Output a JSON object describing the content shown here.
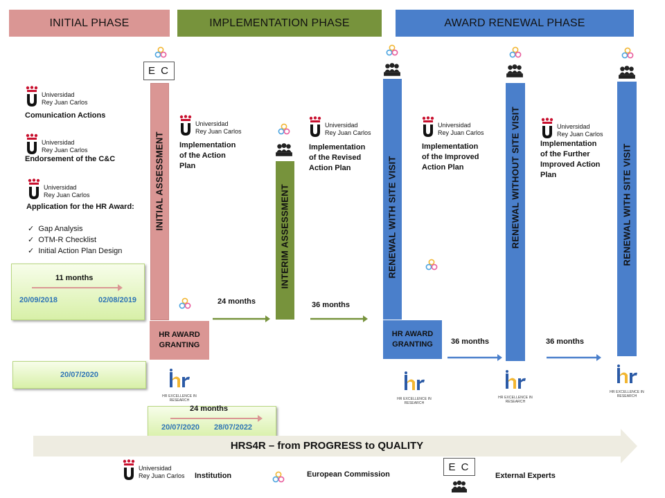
{
  "phases": {
    "initial": "INITIAL PHASE",
    "implementation": "IMPLEMENTATION PHASE",
    "renewal": "AWARD RENEWAL PHASE"
  },
  "colors": {
    "initial": "#da9694",
    "implementation": "#77933c",
    "renewal": "#4a7fcb"
  },
  "urjc": {
    "line1": "Universidad",
    "line2": "Rey Juan Carlos"
  },
  "ec_text": "E C",
  "left_actions": {
    "communication": "Comunication Actions",
    "endorsement": "Endorsement of the C&C",
    "application": "Application for the HR Award:",
    "checklist": [
      "Gap Analysis",
      "OTM-R Checklist",
      "Initial Action Plan Design"
    ]
  },
  "pillars": {
    "initial": "INITIAL ASSESSMENT",
    "interim": "INTERIM ASSESSMENT",
    "renewal_site": "RENEWAL WITH SITE VISIT",
    "renewal_nosite": "RENEWAL WITHOUT SITE VISIT",
    "renewal_site2": "RENEWAL WITH SITE VISIT"
  },
  "implementations": {
    "action_plan": [
      "Implementation",
      "of the Action",
      "Plan"
    ],
    "revised": [
      "Implementation",
      "of the Revised",
      "Action Plan"
    ],
    "improved": [
      "Implementation",
      "of the Improved",
      "Action Plan"
    ],
    "further": [
      "Implementation",
      "of the Further",
      "Improved Action",
      "Plan"
    ]
  },
  "award": {
    "line1": "HR AWARD",
    "line2": "GRANTING"
  },
  "hr_caption": "HR EXCELLENCE IN RESEARCH",
  "timeline": {
    "box1": {
      "months": "11 months",
      "start": "20/09/2018",
      "end": "02/08/2019"
    },
    "box2": {
      "date": "20/07/2020"
    },
    "box3": {
      "months": "24 months",
      "start": "20/07/2020",
      "end": "28/07/2022"
    },
    "arrow_24": "24 months",
    "arrow_36a": "36 months",
    "arrow_36b": "36 months",
    "arrow_36c": "36 months"
  },
  "banner": "HRS4R – from PROGRESS to QUALITY",
  "legend": {
    "institution": "Institution",
    "commission": "European Commission",
    "experts": "External Experts"
  }
}
